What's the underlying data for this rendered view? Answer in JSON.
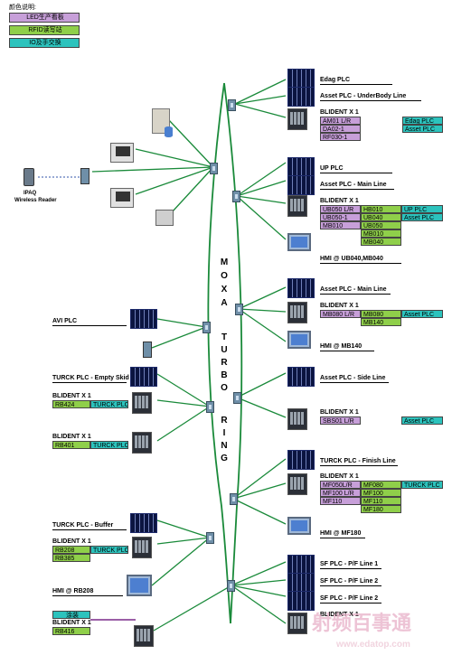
{
  "legend": {
    "title": "颜色说明:",
    "items": [
      {
        "label": "LED生产看板",
        "color": "#c79fd9"
      },
      {
        "label": "RFID读写站",
        "color": "#8fcf4a"
      },
      {
        "label": "IO及手交换",
        "color": "#2cc3bd"
      }
    ]
  },
  "ring": {
    "letters": [
      "M",
      "O",
      "X",
      "A",
      "T",
      "U",
      "R",
      "B",
      "O",
      "R",
      "I",
      "N",
      "G"
    ]
  },
  "ipaq": {
    "name": "IPAQ",
    "caption": "Wireless Reader"
  },
  "left": {
    "avi_plc": "AVI PLC",
    "turck_empty_skid": "TURCK PLC - Empty Skid",
    "blident1": {
      "title": "BLIDENT X 1",
      "tags": [
        "RB424",
        "TURCK PLC"
      ]
    },
    "blident2": {
      "title": "BLIDENT X 1",
      "tags": [
        "RB401",
        "TURCK PLC"
      ]
    },
    "turck_buffer": "TURCK PLC - Buffer",
    "blident3": {
      "title": "BLIDENT X 1",
      "tags": [
        "RB208",
        "TURCK PLC",
        "RB385"
      ]
    },
    "hmi_rb208": "HMI @ RB208",
    "coating": {
      "tag": "涂装",
      "title": "BLIDENT X 1",
      "rb": "RB416"
    }
  },
  "right": {
    "edag_plc": "Edag PLC",
    "asset_underbody": "Asset PLC - UnderBody Line",
    "b1": {
      "title": "BLIDENT X 1",
      "tags": [
        "AM01 L/R",
        "DA02-1",
        "RF030-1"
      ],
      "side": [
        "Edag PLC",
        "Asset PLC"
      ]
    },
    "up_plc": "UP PLC",
    "asset_main1": "Asset PLC - Main Line",
    "b2": {
      "title": "BLIDENT X 1",
      "col1": [
        "UB050 L/R",
        "UB050-1",
        "MB010"
      ],
      "col2": [
        "HB010",
        "UB040",
        "UB050",
        "MB010",
        "MB040"
      ],
      "col3": [
        "UP PLC",
        "Asset PLC"
      ]
    },
    "hmi_ub": "HMI @ UB040,MB040",
    "asset_main2": "Asset PLC - Main Line",
    "b3": {
      "title": "BLIDENT X 1",
      "col1": [
        "MB080 L/R"
      ],
      "col2": [
        "MB080",
        "MB140"
      ],
      "col3": [
        "Asset PLC"
      ]
    },
    "hmi_mb140": "HMI @ MB140",
    "asset_side": "Asset PLC - Side Line",
    "b4": {
      "title": "BLIDENT X 1",
      "col1": [
        "SBS01 L/R"
      ],
      "col3": [
        "Asset PLC"
      ]
    },
    "turck_finish": "TURCK PLC - Finish Line",
    "b5": {
      "title": "BLIDENT X 1",
      "col1": [
        "MF050L/R",
        "MF100 L/R",
        "MF110"
      ],
      "col2": [
        "MF080",
        "MF100",
        "MF110",
        "MF180"
      ],
      "col3": [
        "TURCK PLC"
      ]
    },
    "hmi_mf180": "HMI @ MF180",
    "sf1": "SF PLC - P/F Line 1",
    "sf2": "SF PLC - P/F Line 2",
    "sf3": "SF PLC - P/F Line 2",
    "b6": {
      "title": "BLIDENT X 1"
    }
  },
  "watermark": {
    "cn": "射频百事通",
    "url": "www.edatop.com"
  }
}
